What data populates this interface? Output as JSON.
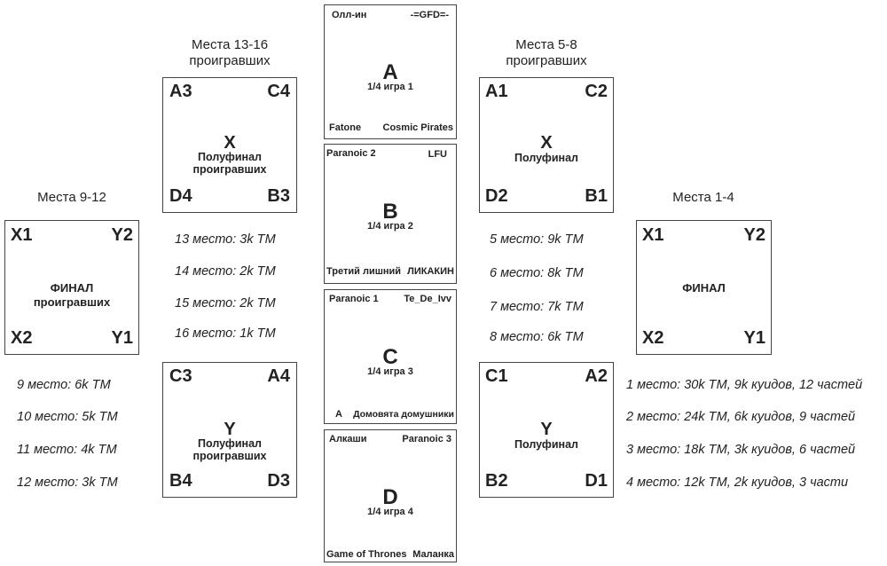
{
  "quarter": [
    {
      "letter": "A",
      "game": "1/4 игра 1",
      "tl": "Олл-ин",
      "tr": "-=GFD=-",
      "bl": "Fatone",
      "br": "Cosmic Pirates"
    },
    {
      "letter": "B",
      "game": "1/4 игра 2",
      "tl": "Paranoic 2",
      "tr": "LFU",
      "bl": "Третий лишний",
      "br": "ЛИКАКИН"
    },
    {
      "letter": "C",
      "game": "1/4 игра 3",
      "tl": "Paranoic 1",
      "tr": "Te_De_Ivv",
      "bl": "А",
      "br": "Домовята домушники"
    },
    {
      "letter": "D",
      "game": "1/4 игра 4",
      "tl": "Алкаши",
      "tr": "Paranoic 3",
      "bl": "Game of Thrones",
      "br": "Маланка"
    }
  ],
  "losers_semis": {
    "heading": "Места 13-16 проигравших",
    "x": {
      "letter": "X",
      "label": "Полуфинал проигравших",
      "tl": "A3",
      "tr": "C4",
      "bl": "D4",
      "br": "B3"
    },
    "y": {
      "letter": "Y",
      "label": "Полуфинал проигравших",
      "tl": "C3",
      "tr": "A4",
      "bl": "B4",
      "br": "D3"
    },
    "prizes": [
      "13 место: 3k ТМ",
      "14 место: 2k ТМ",
      "15 место: 2k ТМ",
      "16 место: 1k ТМ"
    ]
  },
  "losers_final": {
    "heading": "Места 9-12",
    "label": "ФИНАЛ проигравших",
    "tl": "X1",
    "tr": "Y2",
    "bl": "X2",
    "br": "Y1",
    "prizes": [
      "9 место: 6k ТМ",
      "10 место: 5k ТМ",
      "11 место: 4k ТМ",
      "12 место: 3k ТМ"
    ]
  },
  "semis": {
    "heading": "Места 5-8 проигравших",
    "x": {
      "letter": "X",
      "label": "Полуфинал",
      "tl": "A1",
      "tr": "C2",
      "bl": "D2",
      "br": "B1"
    },
    "y": {
      "letter": "Y",
      "label": "Полуфинал",
      "tl": "C1",
      "tr": "A2",
      "bl": "B2",
      "br": "D1"
    },
    "prizes": [
      "5 место: 9k ТМ",
      "6 место: 8k ТМ",
      "7 место: 7k ТМ",
      "8 место: 6k ТМ"
    ]
  },
  "final": {
    "heading": "Места 1-4",
    "label": "ФИНАЛ",
    "tl": "X1",
    "tr": "Y2",
    "bl": "X2",
    "br": "Y1",
    "prizes": [
      "1 место: 30k ТМ, 9k куидов, 12 частей",
      "2 место: 24k ТМ, 6k куидов, 9 частей",
      "3 место: 18k ТМ, 3k куидов, 6 частей",
      "4 место: 12k ТМ, 2k куидов, 3 части"
    ]
  }
}
